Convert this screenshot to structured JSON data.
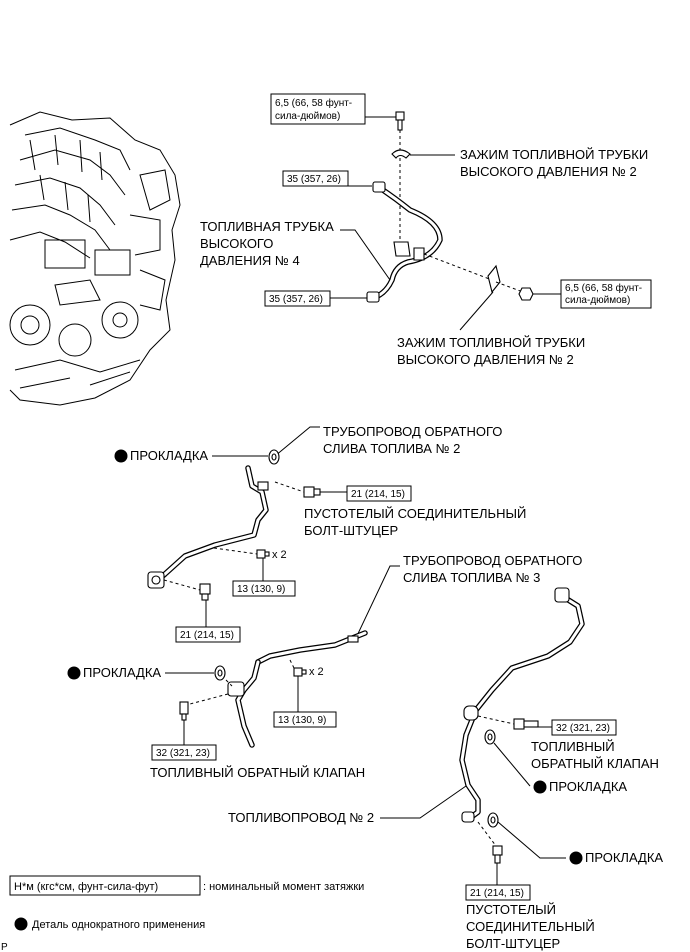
{
  "torque_boxes": {
    "t1": [
      "6,5 (66, 58 фунт-",
      "сила-дюймов)"
    ],
    "t2": "35 (357, 26)",
    "t3": "35 (357, 26)",
    "t4": [
      "6,5 (66, 58 фунт-",
      "сила-дюймов)"
    ],
    "t5": "21 (214, 15)",
    "t6": "13 (130, 9)",
    "t7": "21 (214, 15)",
    "t8": "13 (130, 9)",
    "t9": "32 (321, 23)",
    "t10": "32 (321, 23)",
    "t11": "21 (214, 15)"
  },
  "labels": {
    "clamp_top": [
      "ЗАЖИМ ТОПЛИВНОЙ ТРУБКИ",
      "ВЫСОКОГО ДАВЛЕНИЯ № 2"
    ],
    "hp_pipe4": [
      "ТОПЛИВНАЯ ТРУБКА",
      "ВЫСОКОГО",
      "ДАВЛЕНИЯ № 4"
    ],
    "clamp_bottom": [
      "ЗАЖИМ ТОПЛИВНОЙ ТРУБКИ",
      "ВЫСОКОГО ДАВЛЕНИЯ № 2"
    ],
    "return_pipe2": [
      "ТРУБОПРОВОД ОБРАТНОГО",
      "СЛИВА ТОПЛИВА № 2"
    ],
    "gasket1": "ПРОКЛАДКА",
    "union_bolt1": [
      "ПУСТОТЕЛЫЙ СОЕДИНИТЕЛЬНЫЙ",
      "БОЛТ-ШТУЦЕР"
    ],
    "x2_a": "x 2",
    "return_pipe3": [
      "ТРУБОПРОВОД ОБРАТНОГО",
      "СЛИВА ТОПЛИВА № 3"
    ],
    "gasket2": "ПРОКЛАДКА",
    "x2_b": "x 2",
    "check_valve_left": "ТОПЛИВНЫЙ ОБРАТНЫЙ КЛАПАН",
    "check_valve_right": [
      "ТОПЛИВНЫЙ",
      "ОБРАТНЫЙ КЛАПАН"
    ],
    "gasket3": "ПРОКЛАДКА",
    "fuel_pipe2": "ТОПЛИВОПРОВОД № 2",
    "gasket4": "ПРОКЛАДКА",
    "union_bolt2": [
      "ПУСТОТЕЛЫЙ",
      "СОЕДИНИТЕЛЬНЫЙ",
      "БОЛТ-ШТУЦЕР"
    ]
  },
  "legend": {
    "torque_unit": "Н*м (кгс*см, фунт-сила-фут)",
    "torque_desc": ": номинальный момент затяжки",
    "nonreusable": "Деталь однократного применения"
  },
  "corner_mark": "P"
}
